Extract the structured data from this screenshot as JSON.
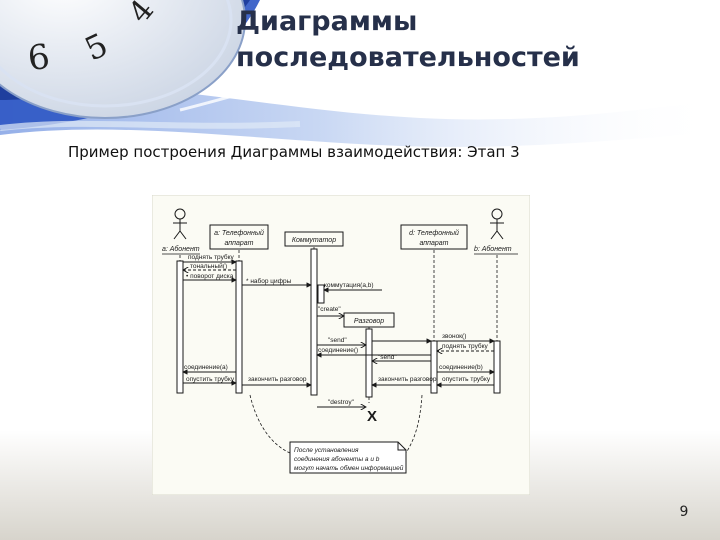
{
  "slide": {
    "title": "Диаграммы последовательностей",
    "subtitle": "Пример построения  Диаграммы взаимодействия: Этап 3",
    "page_number": "9"
  },
  "clock_digits": [
    "6",
    "5",
    "4"
  ],
  "colors": {
    "title": "#26304a",
    "banner_blue": "#2e57c4",
    "banner_light": "#dfe9f7",
    "diagram_bg": "#fbfbf4"
  },
  "diagram": {
    "lifelines": {
      "actor_a": "а: Абонент",
      "phone_a": "а: Телефонный аппарат",
      "switch": "Коммутатор",
      "phone_b": "d: Телефонный аппарат",
      "actor_b": "b: Абонент",
      "conversation": "Разговор"
    },
    "messages": {
      "lift_handset": "поднять трубку",
      "dial_tone": "тональный()",
      "dial_turn": "• поворот диска",
      "dial_number": "* набор цифры",
      "switching": "коммутация(a,b)",
      "create": "\"create\"",
      "send_1": "\"send\"",
      "ring": "звонок()",
      "lift_handset_b": "поднять трубку",
      "connection": "соединение()",
      "send_2": "\"send\"",
      "connection_a": "соединение(a)",
      "connection_b": "соединение(b)",
      "drop_a": "опустить трубку",
      "end_a": "закончить разговор",
      "end_b": "закончить разговор",
      "drop_b": "опустить трубку",
      "destroy": "\"destroy\"",
      "destroy_mark": "X"
    },
    "note": [
      "После установления",
      "соединения абоненты a и b",
      "могут начать обмен информацией"
    ]
  }
}
